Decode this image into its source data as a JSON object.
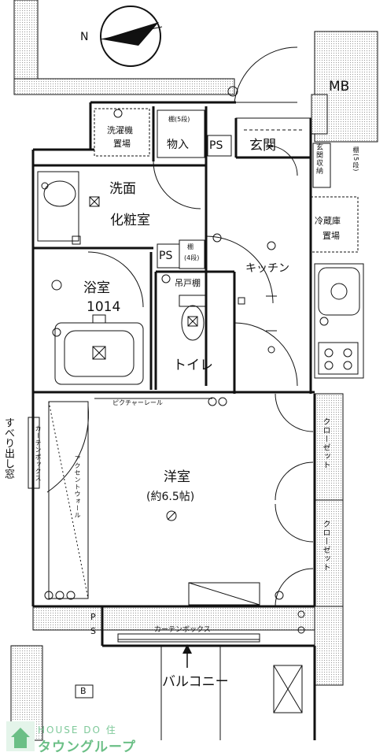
{
  "compass": {
    "north": "N"
  },
  "rooms": {
    "mb": "MB",
    "laundry_1": "洗濯機",
    "laundry_2": "置場",
    "storage": "物入",
    "storage_shelf": "棚(5段)",
    "ps_top": "PS",
    "entrance": "玄関",
    "genkan_storage": "玄関収納",
    "shelf_right": "棚(5段)",
    "washroom_1": "洗面",
    "washroom_2": "化粧室",
    "fridge_1": "冷蔵庫",
    "fridge_2": "置場",
    "ps_mid": "PS",
    "shelf_mid_1": "棚",
    "shelf_mid_2": "(4段)",
    "kitchen": "キッチン",
    "bath_1": "浴室",
    "bath_2": "1014",
    "toilet_shelf": "吊戸棚",
    "toilet": "トイレ",
    "picture_rail": "ピクチャーレール",
    "closet_1": "クローゼット",
    "closet_2": "クローゼット",
    "western_1": "洋室",
    "western_2": "(約6.5帖)",
    "accent_wall": "アクセントウォール",
    "curtain_box_left": "カーテンボックス",
    "curtain_box_bottom": "カーテンボックス",
    "sliding_window": "すべり出し窓",
    "ps_bottom_p": "P",
    "ps_bottom_s": "S",
    "balcony": "バルコニー",
    "b_mark": "B"
  },
  "logo": {
    "line1": "HOUSE DO 住",
    "line2": "タウングループ"
  },
  "colors": {
    "wall": "#111111",
    "fill": "#ffffff",
    "shade": "#d9d9d9",
    "logo": "#6bbf86"
  }
}
